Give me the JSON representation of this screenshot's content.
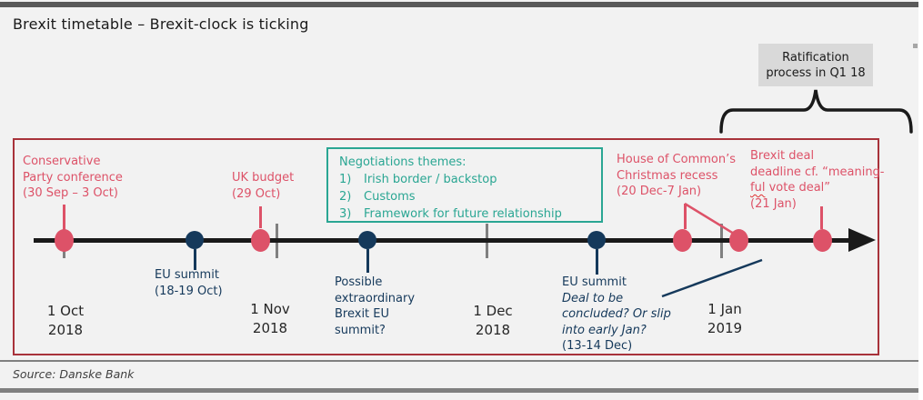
{
  "header": {
    "title": "Brexit timetable – Brexit-clock is ticking"
  },
  "ratification": {
    "line1": "Ratification",
    "line2": "process in Q1 18"
  },
  "negotiations": {
    "heading": "Negotiations themes:",
    "items": [
      {
        "num": "1)",
        "text": "Irish border / backstop"
      },
      {
        "num": "2)",
        "text": "Customs"
      },
      {
        "num": "3)",
        "text": "Framework for future relationship"
      }
    ]
  },
  "events": {
    "conservative_conference": {
      "lines": [
        "Conservative",
        "Party conference",
        "(30 Sep – 3 Oct)"
      ]
    },
    "uk_budget": {
      "lines": [
        "UK budget",
        "(29 Oct)"
      ]
    },
    "eu_summit_oct": {
      "lines": [
        "EU summit",
        "(18-19 Oct)"
      ]
    },
    "extraordinary_summit": {
      "lines": [
        "Possible",
        "extraordinary",
        "Brexit EU",
        "summit?"
      ]
    },
    "eu_summit_dec": {
      "plain1": "EU summit",
      "italic1": "Deal to be",
      "italic2": "concluded? Or slip",
      "italic3": "into early Jan?",
      "plain2": "(13-14 Dec)"
    },
    "commons_recess": {
      "lines": [
        "House of Common’s",
        "Christmas recess",
        "(20 Dec-7 Jan)"
      ]
    },
    "brexit_deadline": {
      "line1": "Brexit deal",
      "line2": "deadline cf. “meaning-",
      "line3_wavy": "ful",
      "line3_rest": " vote deal”",
      "line4": "(21 Jan)"
    }
  },
  "dates": {
    "oct": [
      "1 Oct",
      "2018"
    ],
    "nov": [
      "1 Nov",
      "2018"
    ],
    "dec": [
      "1 Dec",
      "2018"
    ],
    "jan": [
      "1 Jan",
      "2019"
    ]
  },
  "footer": {
    "source": "Source: Danske Bank"
  },
  "colors": {
    "pink": "#dd5268",
    "navy": "#15395b",
    "teal": "#2aa693",
    "frame_red": "#a8323a",
    "tick_gray": "#808080",
    "box_gray": "#d9d9d9"
  }
}
